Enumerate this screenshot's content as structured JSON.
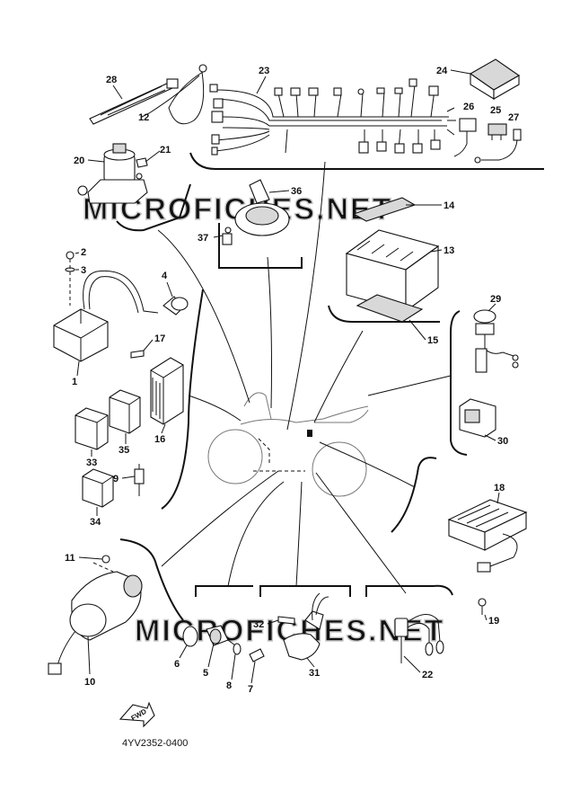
{
  "diagram_code": "4YV2352-0400",
  "watermark": "MICROFICHES.NET",
  "fwd_label": "FWD",
  "callouts": {
    "n1": "1",
    "n2": "2",
    "n3": "3",
    "n4": "4",
    "n5": "5",
    "n6": "6",
    "n7": "7",
    "n8": "8",
    "n9": "9",
    "n10": "10",
    "n11": "11",
    "n12": "12",
    "n13": "13",
    "n14": "14",
    "n15": "15",
    "n16": "16",
    "n17": "17",
    "n18": "18",
    "n19": "19",
    "n20": "20",
    "n21": "21",
    "n22": "22",
    "n23": "23",
    "n24": "24",
    "n25": "25",
    "n26": "26",
    "n27": "27",
    "n28": "28",
    "n29": "29",
    "n30": "30",
    "n31": "31",
    "n32": "32",
    "n33": "33",
    "n34": "34",
    "n35": "35",
    "n36": "36",
    "n37": "37"
  }
}
